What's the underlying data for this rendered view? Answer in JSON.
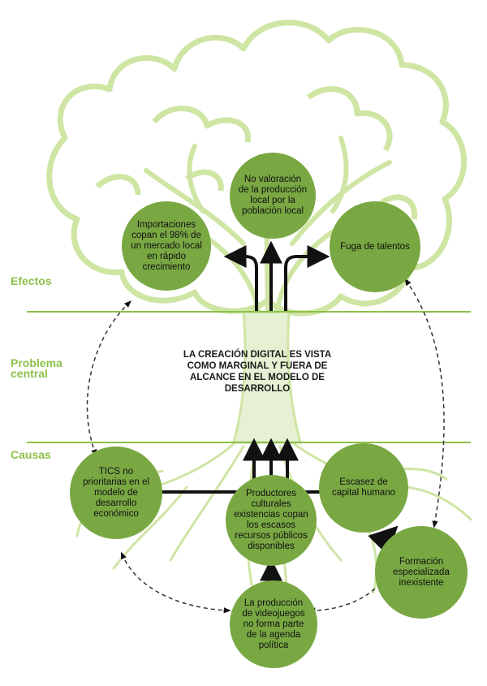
{
  "sections": {
    "effects": "Efectos",
    "central_problem": [
      "Problema",
      "central"
    ],
    "causes": "Causas"
  },
  "central_problem_text": "LA CREACIÓN DIGITAL ES VISTA COMO MARGINAL Y FUERA DE ALCANCE EN EL MODELO DE DESARROLLO",
  "effects": [
    "Importaciones copan el 98% de un mercado local en rápido crecimiento",
    "No valoración de la producción local por la población local",
    "Fuga de talentos"
  ],
  "causes": [
    "TICS no prioritarias en el modelo de desarrollo económico",
    "Escasez de capital humano",
    "Productores culturales existencias copan los escasos recursos públicos disponibles",
    "Formación especializada inexistente",
    "La producción de videojuegos no forma parte de la agenda política"
  ],
  "colors": {
    "circle_fill": "#79a843",
    "label_green": "#8cc04a",
    "line_green": "#8cc04a",
    "tree_outline": "#cfe5a4",
    "arrow": "#111111"
  }
}
